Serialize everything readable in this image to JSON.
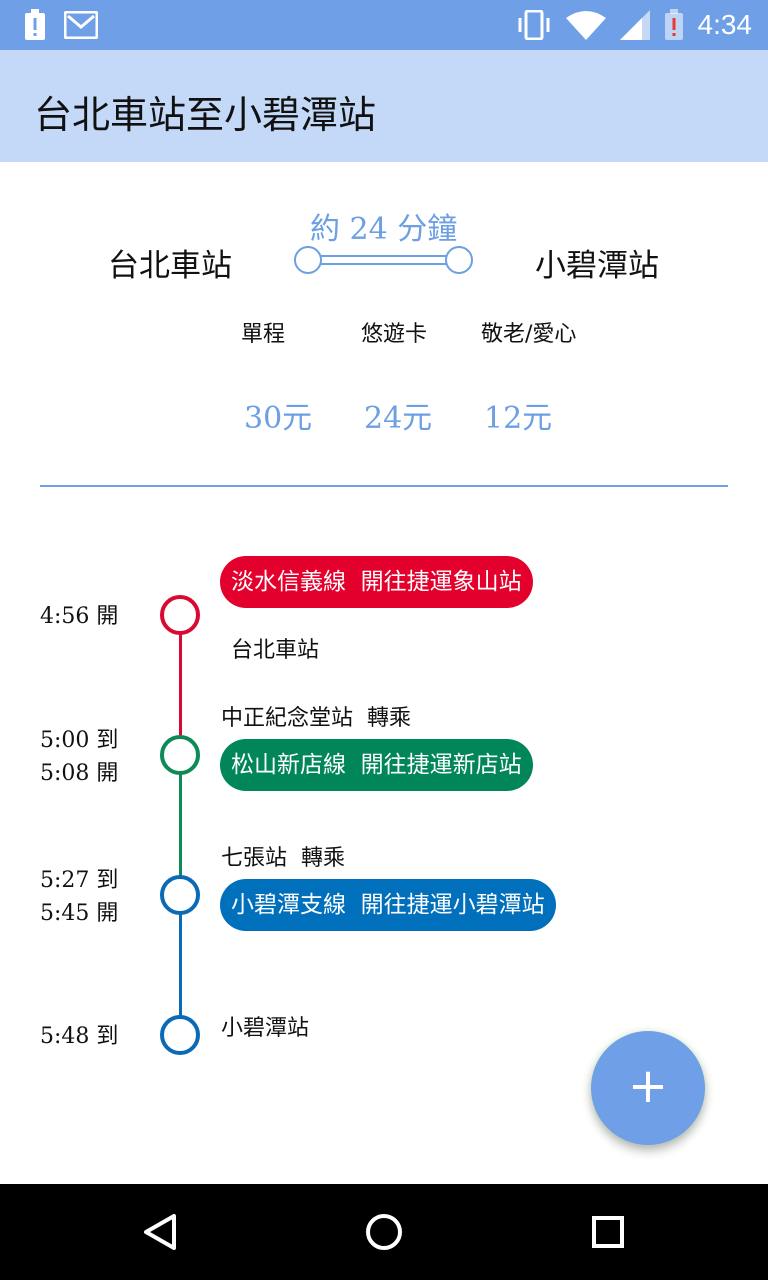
{
  "status_bar": {
    "time": "4:34",
    "icons": [
      "battery-alert-icon",
      "gmail-icon",
      "vibrate-icon",
      "wifi-icon",
      "signal-icon",
      "battery-low-icon"
    ]
  },
  "app_bar": {
    "title": "台北車站至小碧潭站"
  },
  "summary": {
    "from": "台北車站",
    "to": "小碧潭站",
    "duration": "約 24 分鐘"
  },
  "fares": [
    {
      "label": "單程",
      "value": "30元"
    },
    {
      "label": "悠遊卡",
      "value": "24元"
    },
    {
      "label": "敬老/愛心",
      "value": "12元"
    }
  ],
  "timeline": {
    "stops": [
      {
        "time_lines": [
          "4:56 開"
        ],
        "station": "台北車站",
        "color": "#d90a31"
      },
      {
        "time_lines": [
          "5:00 到",
          "5:08 開"
        ],
        "transfer": "中正紀念堂站  轉乘",
        "color": "#0e8a57"
      },
      {
        "time_lines": [
          "5:27 到",
          "5:45 開"
        ],
        "transfer": "七張站  轉乘",
        "color": "#0b6ab5"
      },
      {
        "time_lines": [
          "5:48 到"
        ],
        "station": "小碧潭站",
        "color": "#0b6ab5"
      }
    ],
    "lines": [
      {
        "text": "淡水信義線  開往捷運象山站",
        "color": "#e3002c"
      },
      {
        "text": "松山新店線  開往捷運新店站",
        "color": "#008659"
      },
      {
        "text": "小碧潭支線  開往捷運小碧潭站",
        "color": "#0070bd"
      }
    ]
  },
  "fab": {
    "label": "+"
  },
  "nav": {
    "icons": [
      "back-icon",
      "home-icon",
      "recents-icon"
    ]
  },
  "colors": {
    "status_bar": "#6f9fe6",
    "app_bar": "#c4d9f8",
    "accent": "#6c9fe3"
  }
}
